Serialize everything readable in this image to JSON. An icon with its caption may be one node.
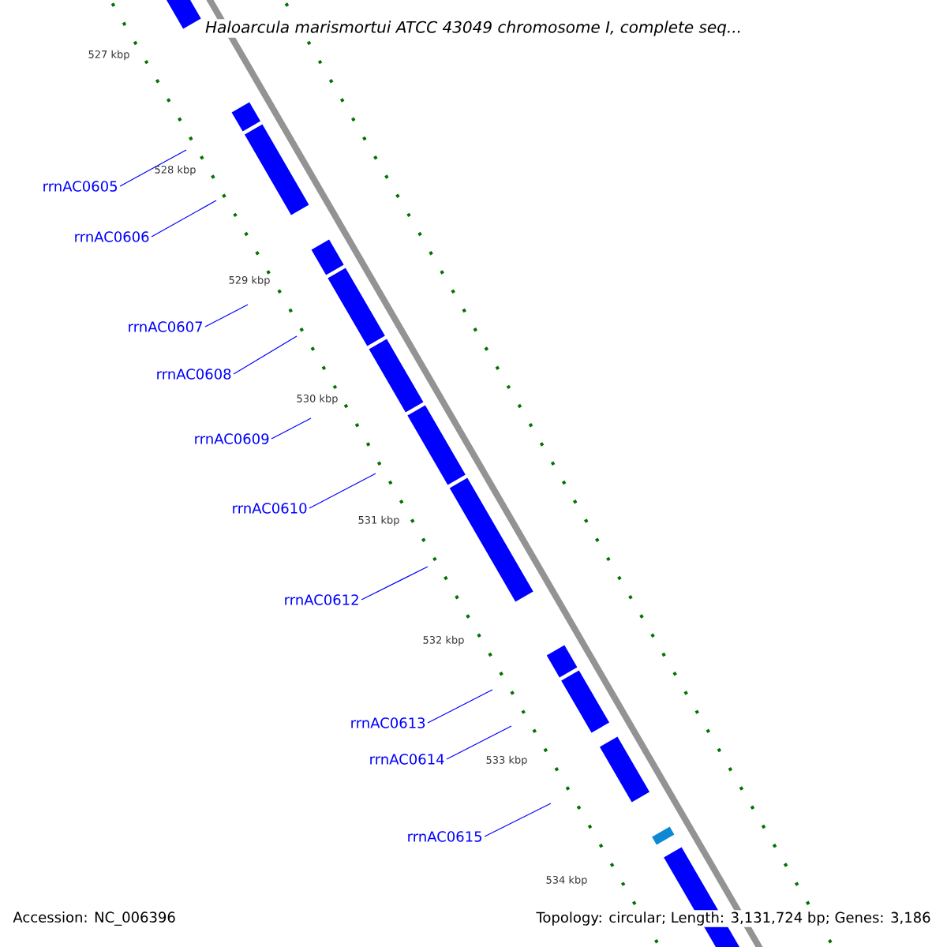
{
  "diagram": {
    "title": "Haloarcula marismortui ATCC 43049 chromosome I, complete seq...",
    "nodes": [
      {
        "text": [
          "rrnAC0605"
        ]
      },
      {
        "text": [
          "rrnAC0606"
        ]
      },
      {
        "text": [
          "rrnAC0607"
        ]
      },
      {
        "text": [
          "rrnAC0608"
        ]
      },
      {
        "text": [
          "rrnAC0609"
        ]
      },
      {
        "text": [
          "rrnAC0610"
        ]
      },
      {
        "text": [
          "rrnAC0612"
        ]
      },
      {
        "text": [
          "rrnAC0613"
        ]
      },
      {
        "text": [
          "rrnAC0614"
        ]
      },
      {
        "text": [
          "rrnAC0615"
        ]
      }
    ],
    "edges": [
      {
        "from": 0,
        "to": null,
        "arrow": "none"
      },
      {
        "from": 1,
        "to": null,
        "arrow": "none"
      },
      {
        "from": 2,
        "to": null,
        "arrow": "none"
      },
      {
        "from": 3,
        "to": null,
        "arrow": "none"
      },
      {
        "from": 4,
        "to": null,
        "arrow": "none"
      },
      {
        "from": 5,
        "to": null,
        "arrow": "none"
      },
      {
        "from": 6,
        "to": null,
        "arrow": "none"
      },
      {
        "from": 7,
        "to": null,
        "arrow": "none"
      },
      {
        "from": 8,
        "to": null,
        "arrow": "none"
      },
      {
        "from": 9,
        "to": null,
        "arrow": "none"
      }
    ],
    "labels": [
      "527 kbp",
      "528 kbp",
      "529 kbp",
      "530 kbp",
      "531 kbp",
      "532 kbp",
      "533 kbp",
      "534 kbp",
      "Accession: NC_006396",
      "Topology: circular; Length: 3,131,724 bp; Genes: 3,186"
    ]
  }
}
